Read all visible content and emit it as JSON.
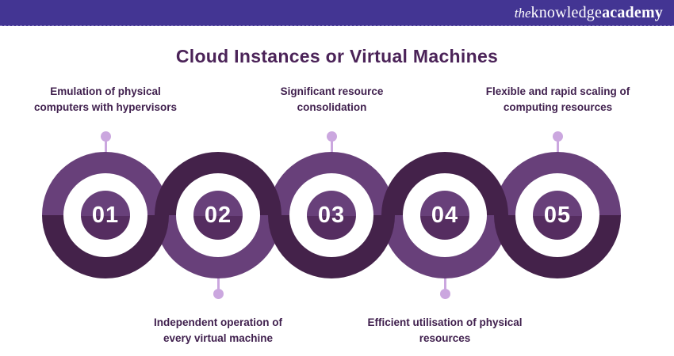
{
  "header": {
    "logo_the": "the",
    "logo_knowledge": "knowledge",
    "logo_academy": "academy"
  },
  "title": "Cloud Instances or Virtual Machines",
  "steps": [
    {
      "number": "01",
      "label": "Emulation of physical computers with hypervisors",
      "label_position": "top"
    },
    {
      "number": "02",
      "label": "Independent operation of every virtual machine",
      "label_position": "bottom"
    },
    {
      "number": "03",
      "label": "Significant resource consolidation",
      "label_position": "top"
    },
    {
      "number": "04",
      "label": "Efficient utilisation of physical resources",
      "label_position": "bottom"
    },
    {
      "number": "05",
      "label": "Flexible and rapid scaling of computing resources",
      "label_position": "top"
    }
  ],
  "colors": {
    "header_bar": "#433593",
    "title_text": "#4b2358",
    "label_text": "#40204e",
    "ring_medium": "#68407a",
    "ring_dark": "#44224a",
    "inner_disc_top": "#68407a",
    "inner_disc_bottom": "#552d60",
    "connector_dot": "#cba7df",
    "number_text": "#ffffff",
    "background": "#ffffff"
  }
}
